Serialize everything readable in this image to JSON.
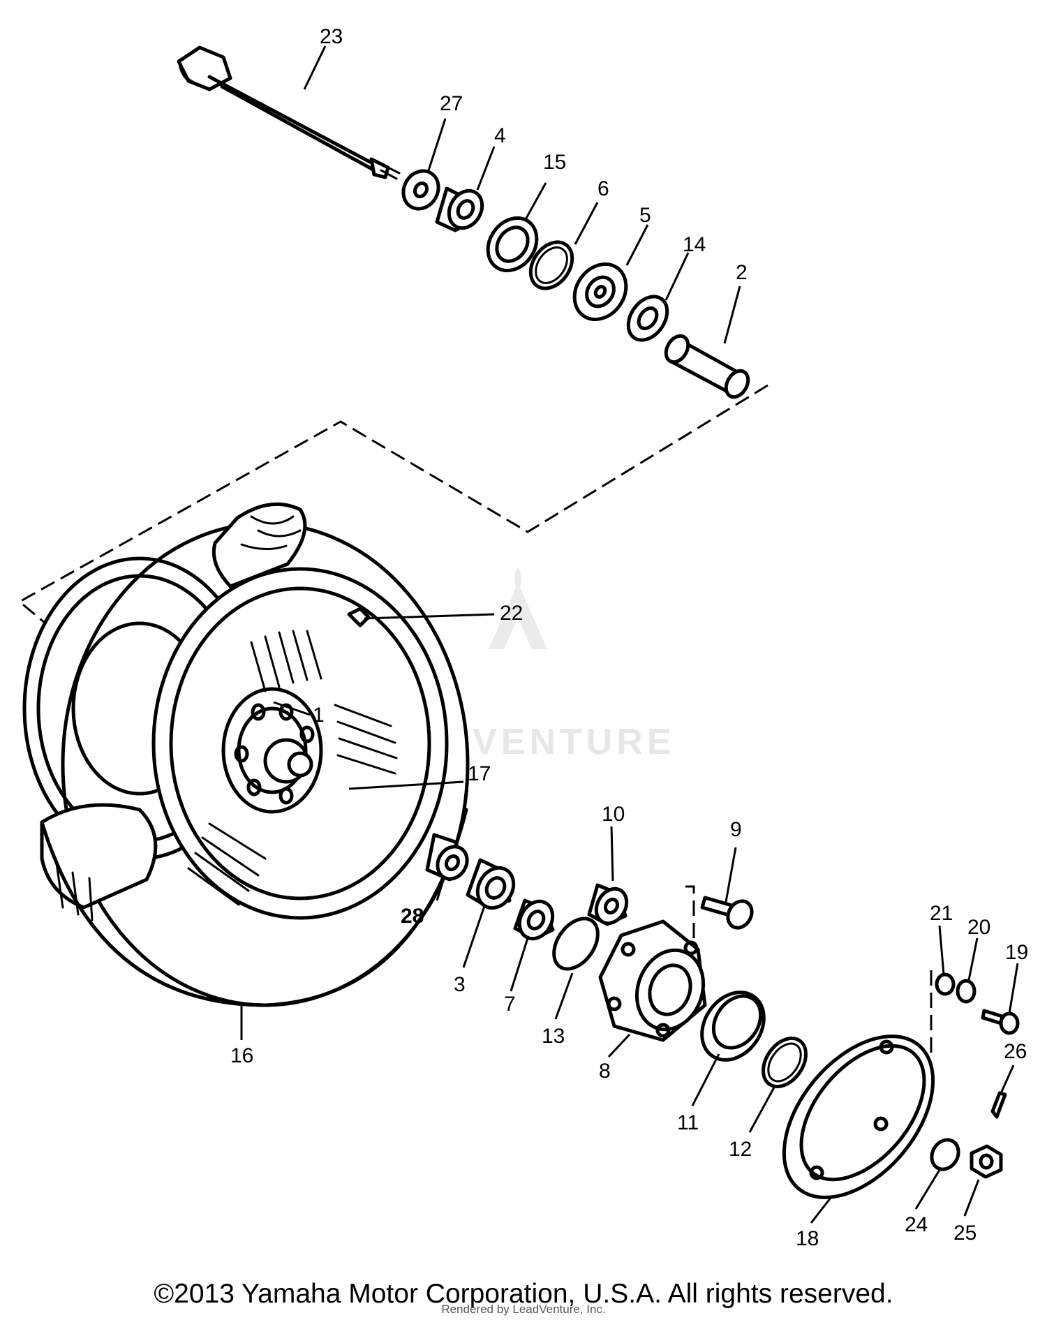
{
  "diagram": {
    "part_labels": [
      "23",
      "27",
      "4",
      "15",
      "6",
      "5",
      "14",
      "2",
      "22",
      "1",
      "17",
      "10",
      "9",
      "28",
      "3",
      "7",
      "13",
      "8",
      "11",
      "12",
      "21",
      "20",
      "19",
      "26",
      "16",
      "18",
      "24",
      "25"
    ]
  },
  "watermark": {
    "text": "ADVENTURE"
  },
  "footer": {
    "copyright": "©2013 Yamaha Motor Corporation, U.S.A. All rights reserved.",
    "rendered_by": "Rendered by LeadVenture, Inc."
  }
}
